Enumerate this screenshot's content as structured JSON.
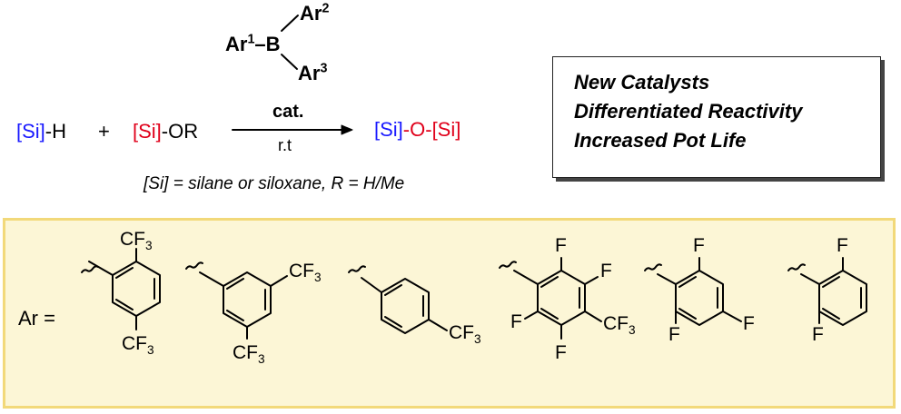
{
  "colors": {
    "blue": "#1a1aff",
    "red": "#e0001a",
    "panel_fill": "#fcf6d6",
    "panel_border": "#f2d97a"
  },
  "reaction": {
    "si": "[Si]",
    "reactant1_suffix": "-H",
    "plus": "+",
    "reactant2_suffix": "-OR",
    "product_mid": "-O-",
    "catalyst_label": "cat.",
    "condition": "r.t",
    "note": "[Si] = silane or siloxane, R = H/Me"
  },
  "catalyst": {
    "ar": "Ar",
    "sup1": "1",
    "sup2": "2",
    "sup3": "3",
    "boron_dash": "–B"
  },
  "features_box": {
    "lines": [
      "New Catalysts",
      "Differentiated Reactivity",
      "Increased Pot Life"
    ]
  },
  "ar_panel": {
    "label": "Ar =",
    "cf3_main": "CF",
    "cf3_sub": "3",
    "fluorine": "F"
  }
}
